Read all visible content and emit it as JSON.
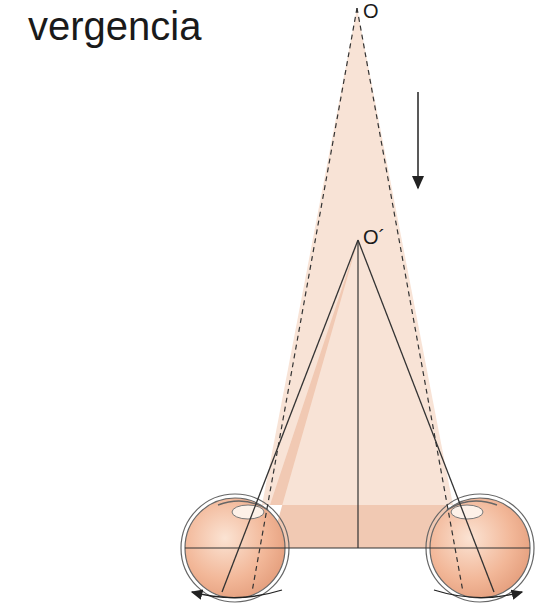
{
  "diagram": {
    "title": "vergencia",
    "labels": [
      "O",
      "O´"
    ]
  }
}
